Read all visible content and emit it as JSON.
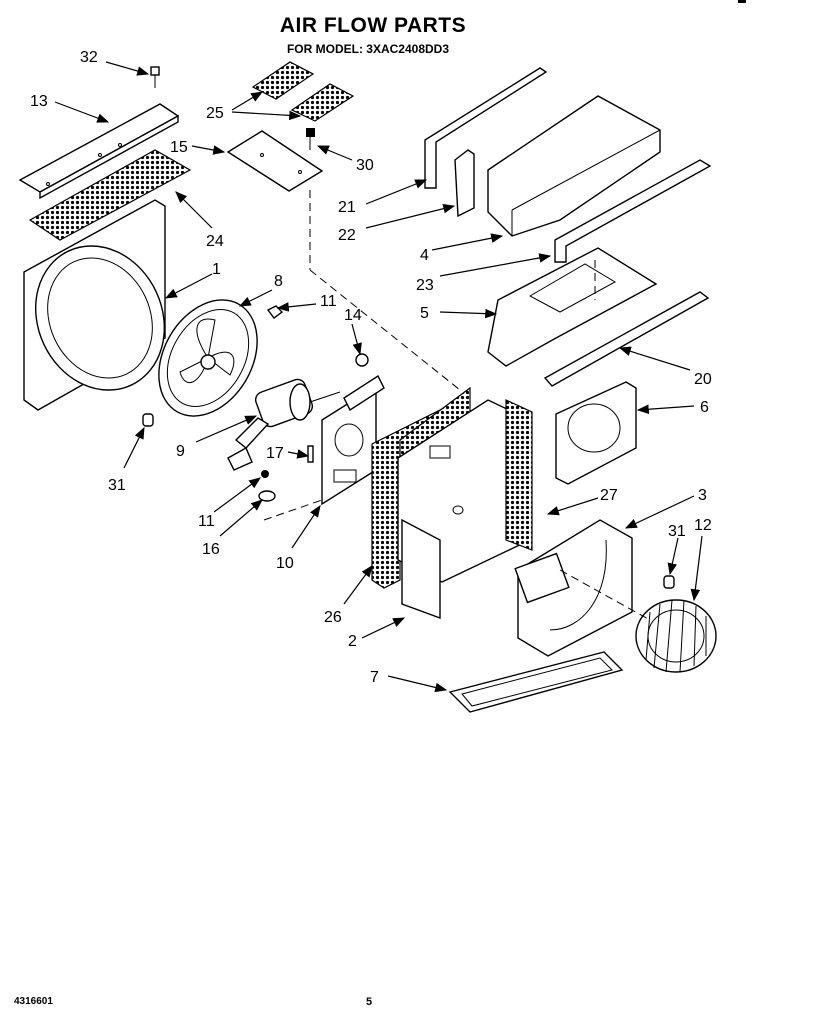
{
  "header": {
    "title": "AIR FLOW PARTS",
    "subtitle": "FOR MODEL: 3XAC2408DD3"
  },
  "footer": {
    "doc_number": "4316601",
    "page_number": "5"
  },
  "callouts": {
    "c32": "32",
    "c13": "13",
    "c25": "25",
    "c15": "15",
    "c30": "30",
    "c24": "24",
    "c21": "21",
    "c22": "22",
    "c4": "4",
    "c1": "1",
    "c8": "8",
    "c11a": "11",
    "c14": "14",
    "c23": "23",
    "c5": "5",
    "c20": "20",
    "c6": "6",
    "c9": "9",
    "c17": "17",
    "c31a": "31",
    "c11b": "11",
    "c16": "16",
    "c10": "10",
    "c27": "27",
    "c3": "3",
    "c31b": "31",
    "c12": "12",
    "c26": "26",
    "c2": "2",
    "c7": "7"
  }
}
